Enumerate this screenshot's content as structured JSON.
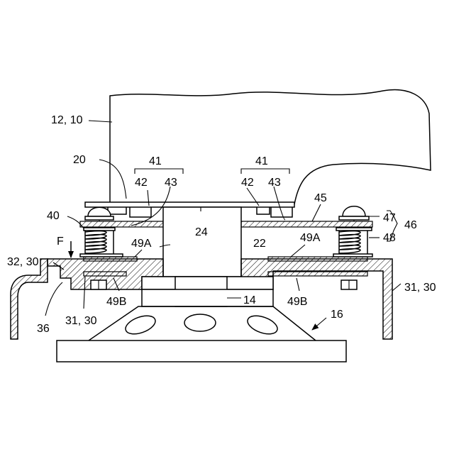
{
  "labels": {
    "l_12_10": "12, 10",
    "l_20": "20",
    "l_41_left": "41",
    "l_42_left": "42",
    "l_43_left": "43",
    "l_41_right": "41",
    "l_42_right": "42",
    "l_43_right": "43",
    "l_45": "45",
    "l_40": "40",
    "l_47": "47",
    "l_46": "46",
    "l_48": "48",
    "l_F": "F",
    "l_24": "24",
    "l_49A_left": "49A",
    "l_22": "22",
    "l_49A_right": "49A",
    "l_32_30": "32, 30",
    "l_31_30_right": "31, 30",
    "l_14": "14",
    "l_49B_left": "49B",
    "l_49B_right": "49B",
    "l_31_30_left": "31, 30",
    "l_16": "16",
    "l_36": "36"
  }
}
